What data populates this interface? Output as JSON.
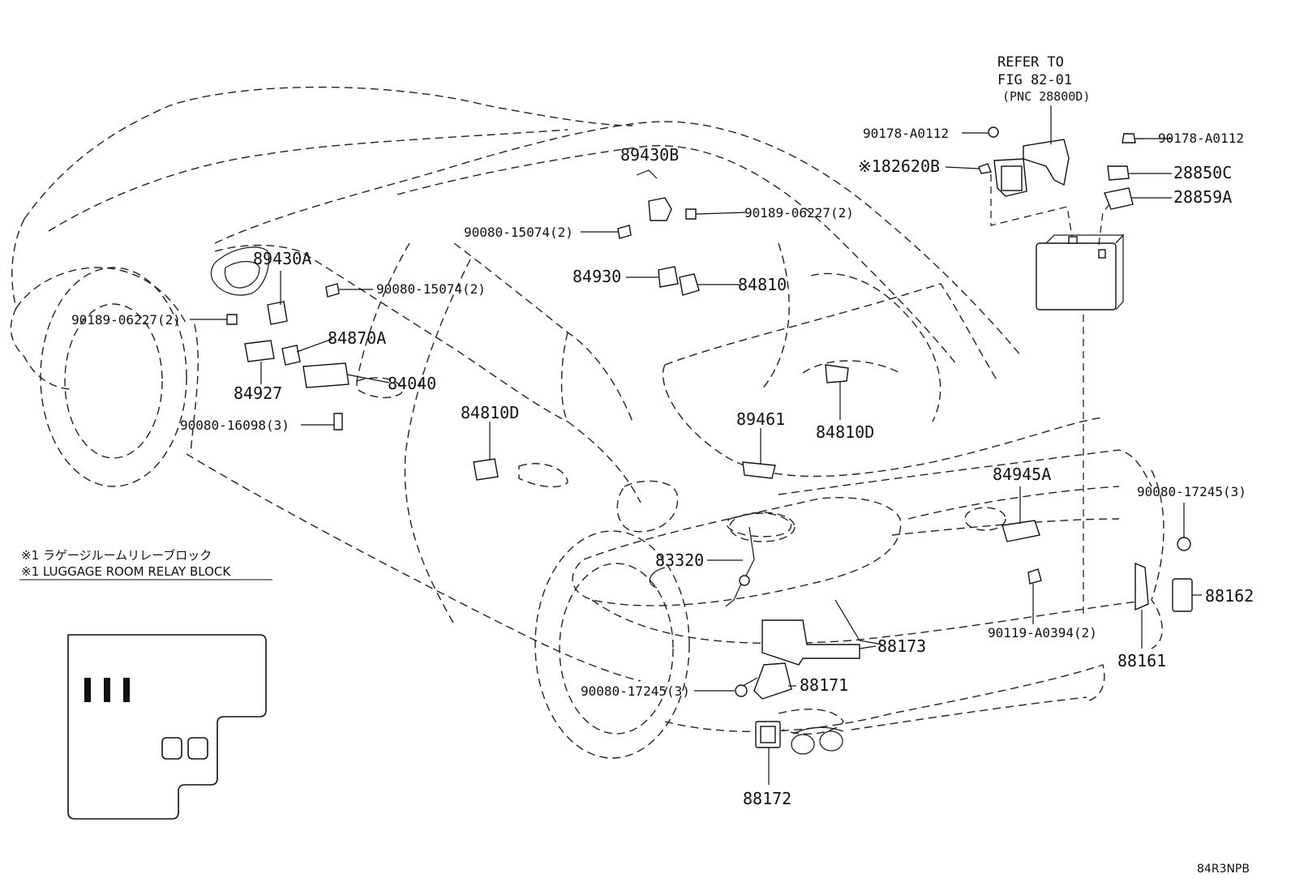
{
  "header": {
    "refer_line1": "REFER TO",
    "refer_line2": "FIG 82-01",
    "refer_line3": "(PNC 28800D)"
  },
  "labels": {
    "p90178_a": "90178-A0112",
    "p82620b": "※182620B",
    "p90178_b": "90178-A0112",
    "p28850c": "28850C",
    "p28859a": "28859A",
    "p89430b": "89430B",
    "p90080_15074_top": "90080-15074(2)",
    "p90189_top": "90189-06227(2)",
    "p89430a": "89430A",
    "p90080_15074_left": "90080-15074(2)",
    "p90189_left": "90189-06227(2)",
    "p84930": "84930",
    "p84810": "84810",
    "p84870a": "84870A",
    "p84927": "84927",
    "p84040": "84040",
    "p90080_16098": "90080-16098(3)",
    "p84810d_left": "84810D",
    "p89461": "89461",
    "p84810d_right": "84810D",
    "p84945a": "84945A",
    "p90080_17245_right": "90080-17245(3)",
    "p83320": "83320",
    "p88162": "88162",
    "p88173": "88173",
    "p90119": "90119-A0394(2)",
    "p88161": "88161",
    "p90080_17245_bottom": "90080-17245(3)",
    "p88171": "88171",
    "p88172": "88172"
  },
  "legend": {
    "jp": "※1 ラゲージルームリレーブロック",
    "en": "※1 LUGGAGE ROOM RELAY BLOCK"
  },
  "footer": {
    "figure_code": "84R3NPB"
  }
}
